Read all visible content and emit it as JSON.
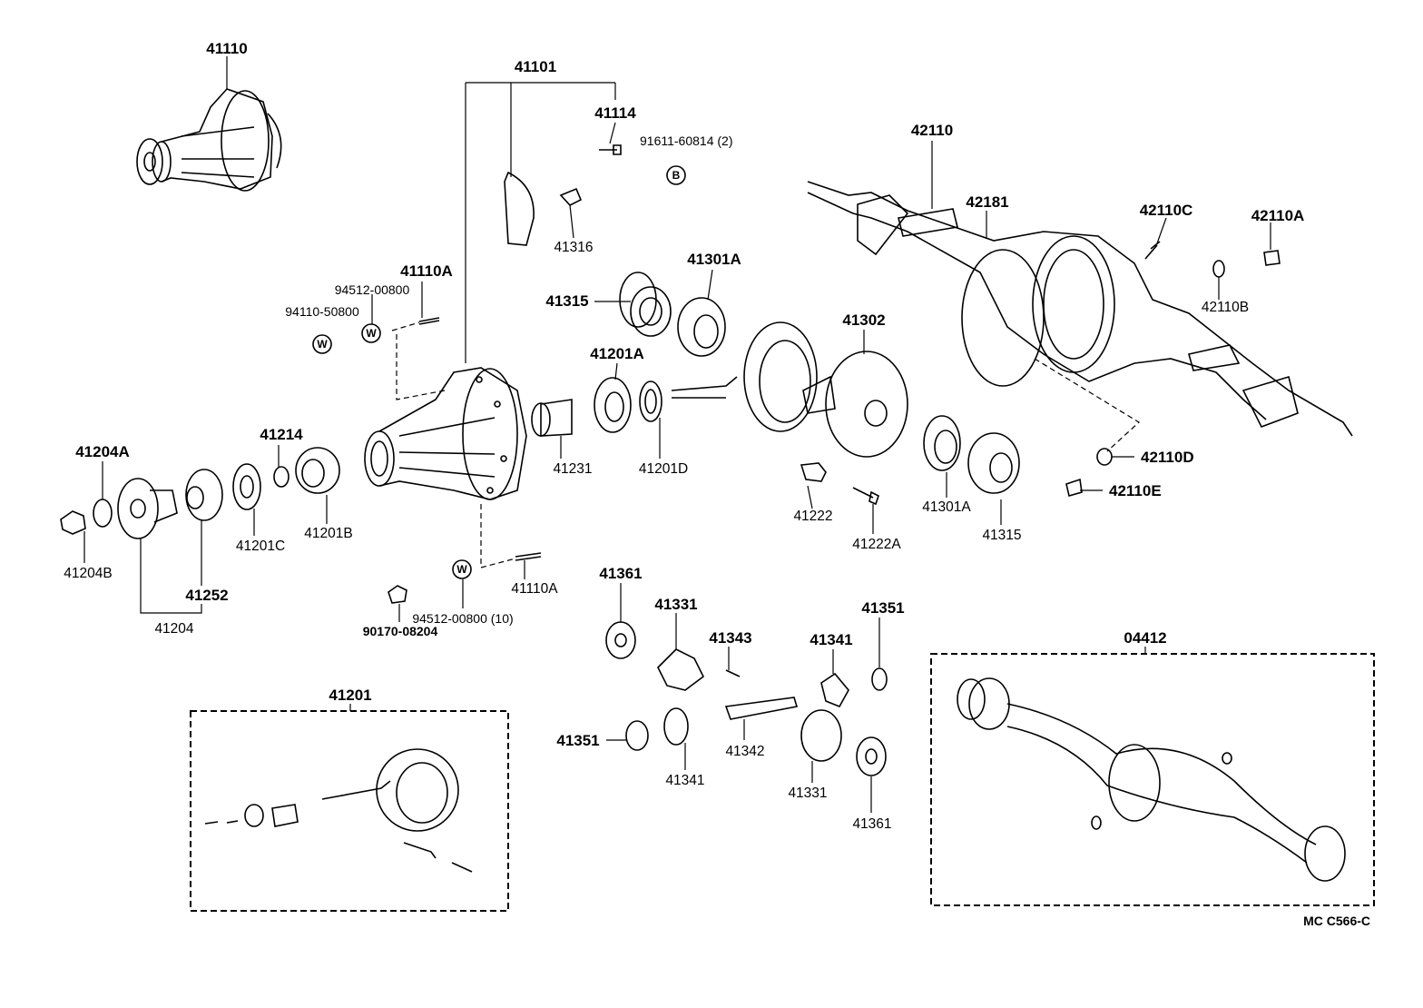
{
  "labels": {
    "l_41110": "41110",
    "l_41101": "41101",
    "l_41114": "41114",
    "l_91611": "91611-60814 (2)",
    "l_41316": "41316",
    "l_42110": "42110",
    "l_42181": "42181",
    "l_42110C": "42110C",
    "l_42110A": "42110A",
    "l_42110B": "42110B",
    "l_41110A_top": "41110A",
    "l_94512_top": "94512-00800",
    "l_94110": "94110-50800",
    "l_41315_a": "41315",
    "l_41301A_a": "41301A",
    "l_41302": "41302",
    "l_41201A": "41201A",
    "l_41214": "41214",
    "l_41204A": "41204A",
    "l_41231": "41231",
    "l_41201D": "41201D",
    "l_41201C": "41201C",
    "l_41201B": "41201B",
    "l_41204B": "41204B",
    "l_41252": "41252",
    "l_41204": "41204",
    "l_41222": "41222",
    "l_41222A": "41222A",
    "l_41301A_b": "41301A",
    "l_41315_b": "41315",
    "l_42110D": "42110D",
    "l_42110E": "42110E",
    "l_41110A_bot": "41110A",
    "l_94512_bot": "94512-00800 (10)",
    "l_90170": "90170-08204",
    "l_41361_a": "41361",
    "l_41331_a": "41331",
    "l_41343": "41343",
    "l_41341_a": "41341",
    "l_41351_a": "41351",
    "l_04412": "04412",
    "l_41201": "41201",
    "l_41351_b": "41351",
    "l_41341_b": "41341",
    "l_41342": "41342",
    "l_41331_b": "41331",
    "l_41361_b": "41361",
    "footer": "MC  C566-C"
  },
  "circle_marks": {
    "b_mark": "B",
    "w_mark_1": "W",
    "w_mark_2": "W",
    "w_mark_3": "W"
  }
}
